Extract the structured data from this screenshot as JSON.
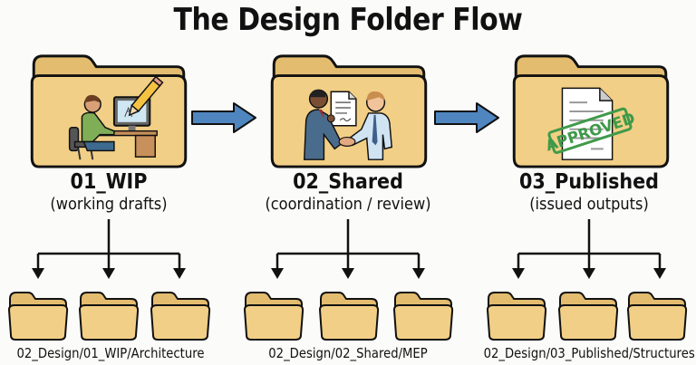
{
  "title": "The Design Folder Flow",
  "colors": {
    "folder_fill": "#f2cf86",
    "folder_tab": "#e3bc6f",
    "outline": "#111111",
    "arrow_fill": "#4f86bf",
    "stamp_green": "#3f9a4a"
  },
  "stages": [
    {
      "name": "01_WIP",
      "description": "(working drafts)",
      "illustration": "person-at-computer-with-pencil",
      "subfolder_path": "02_Design/01_WIP/Architecture"
    },
    {
      "name": "02_Shared",
      "description": "(coordination / review)",
      "illustration": "handshake-with-document",
      "subfolder_path": "02_Design/02_Shared/MEP"
    },
    {
      "name": "03_Published",
      "description": "(issued outputs)",
      "illustration": "approved-document",
      "stamp_text": "APPROVED",
      "subfolder_path": "02_Design/03_Published/Structures"
    }
  ]
}
